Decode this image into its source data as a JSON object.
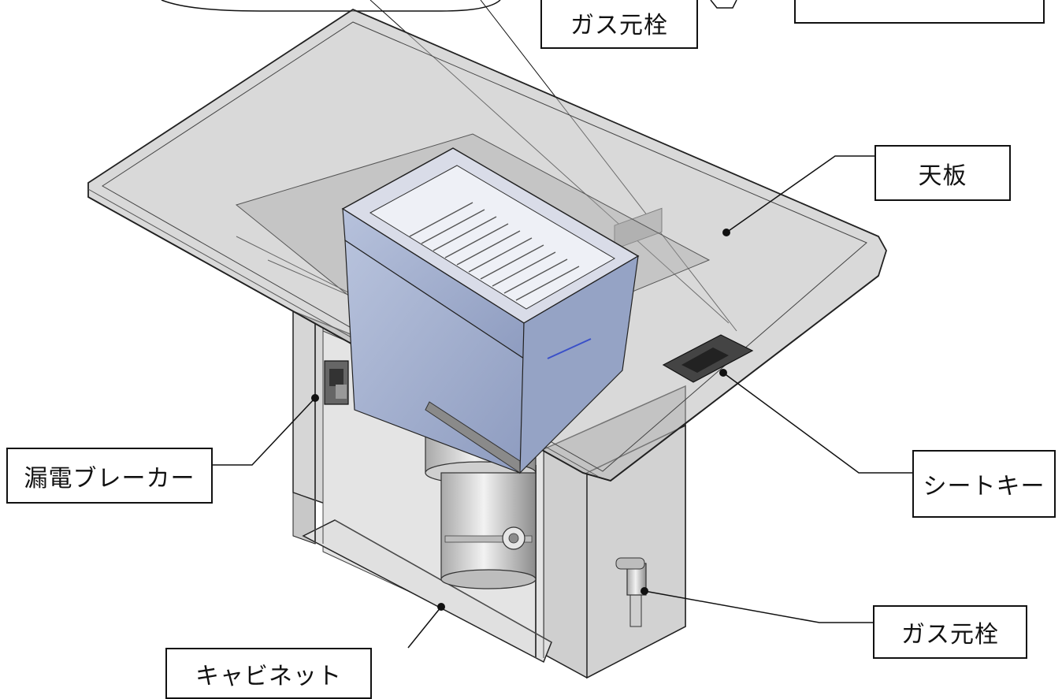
{
  "labels": {
    "gas_valve_top": "ガス元栓",
    "top_plate": "天板",
    "breaker": "漏電ブレーカー",
    "sheet_key": "シートキー",
    "gas_valve": "ガス元栓",
    "cabinet": "キャビネット"
  },
  "colors": {
    "outline": "#111111",
    "glass_top": "#b9b9b9",
    "cabinet_panel": "#cfcfcf",
    "burner_box": "#9aa8c8",
    "burner_grate": "#e6e6ee"
  }
}
